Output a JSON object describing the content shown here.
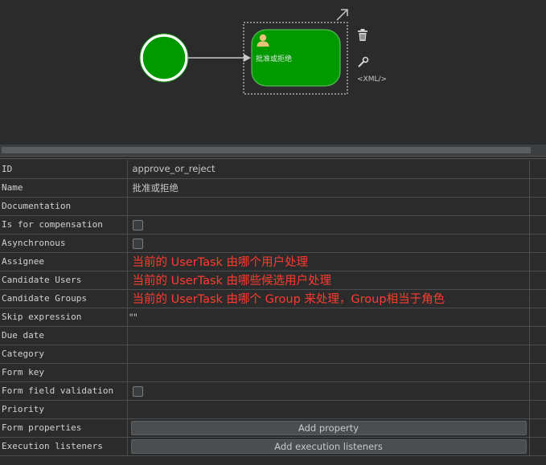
{
  "diagram": {
    "task_label": "批准或拒绝",
    "xml_label": "<XML/>",
    "icons": [
      "start-event-icon",
      "user-task-icon",
      "trash-icon",
      "wrench-icon",
      "expand-arrow-icon"
    ],
    "colors": {
      "node_fill": "#009900",
      "node_stroke": "#55bb55",
      "user_icon": "#e8c27a"
    }
  },
  "properties": {
    "id": {
      "key": "ID",
      "value": "approve_or_reject"
    },
    "name": {
      "key": "Name",
      "value": "批准或拒绝"
    },
    "documentation": {
      "key": "Documentation",
      "value": ""
    },
    "is_for_compensation": {
      "key": "Is for compensation",
      "checked": false
    },
    "asynchronous": {
      "key": "Asynchronous",
      "checked": false
    },
    "assignee": {
      "key": "Assignee",
      "note": "当前的 UserTask 由哪个用户处理"
    },
    "candidate_users": {
      "key": "Candidate Users",
      "note": "当前的 UserTask 由哪些候选用户处理"
    },
    "candidate_groups": {
      "key": "Candidate Groups",
      "note": "当前的 UserTask 由哪个 Group 来处理，Group相当于角色"
    },
    "skip_expression": {
      "key": "Skip expression",
      "value": "\"\""
    },
    "due_date": {
      "key": "Due date",
      "value": ""
    },
    "category": {
      "key": "Category",
      "value": ""
    },
    "form_key": {
      "key": "Form key",
      "value": ""
    },
    "form_field_validation": {
      "key": "Form field validation",
      "checked": false
    },
    "priority": {
      "key": "Priority",
      "value": ""
    },
    "form_properties": {
      "key": "Form properties",
      "button": "Add property"
    },
    "execution_listeners": {
      "key": "Execution listeners",
      "button": "Add execution listeners"
    }
  },
  "colors": {
    "background": "#2b2b2b",
    "annotation": "#ff3b30"
  }
}
